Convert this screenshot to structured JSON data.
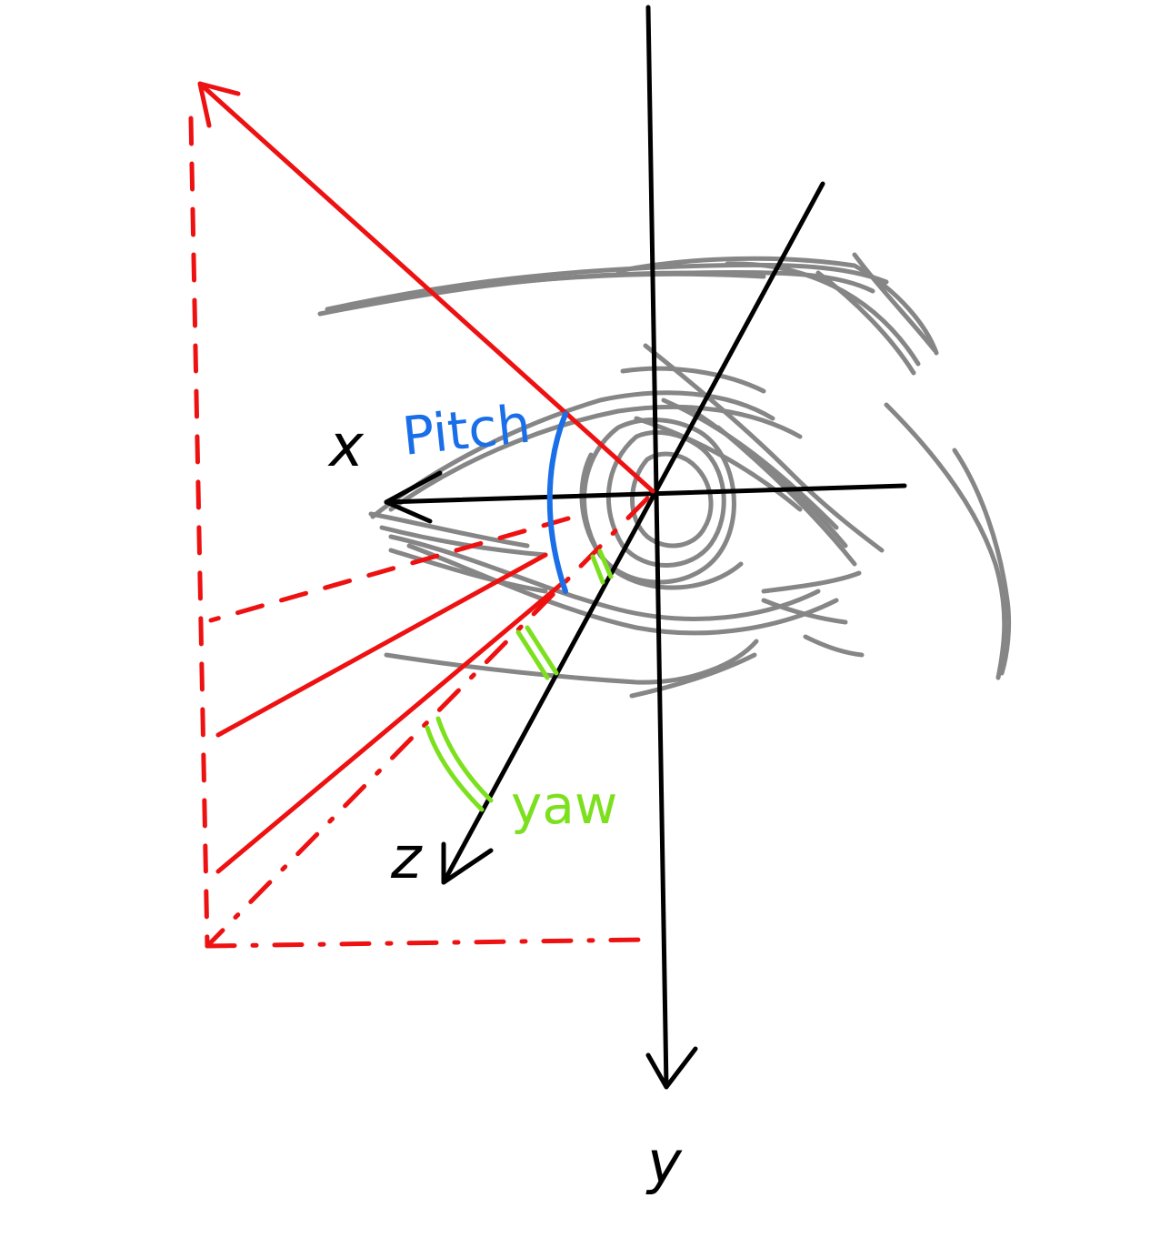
{
  "labels": {
    "x_axis": "x",
    "y_axis": "y",
    "z_axis": "z",
    "pitch": "Pitch",
    "yaw": "yaw"
  },
  "colors": {
    "axes": "#000000",
    "eye_sketch": "#808080",
    "gaze_vector": "#ee1111",
    "pitch_arc": "#1a6fe8",
    "yaw_arc": "#7de01e"
  },
  "icons": [
    "eye-sketch-icon"
  ]
}
